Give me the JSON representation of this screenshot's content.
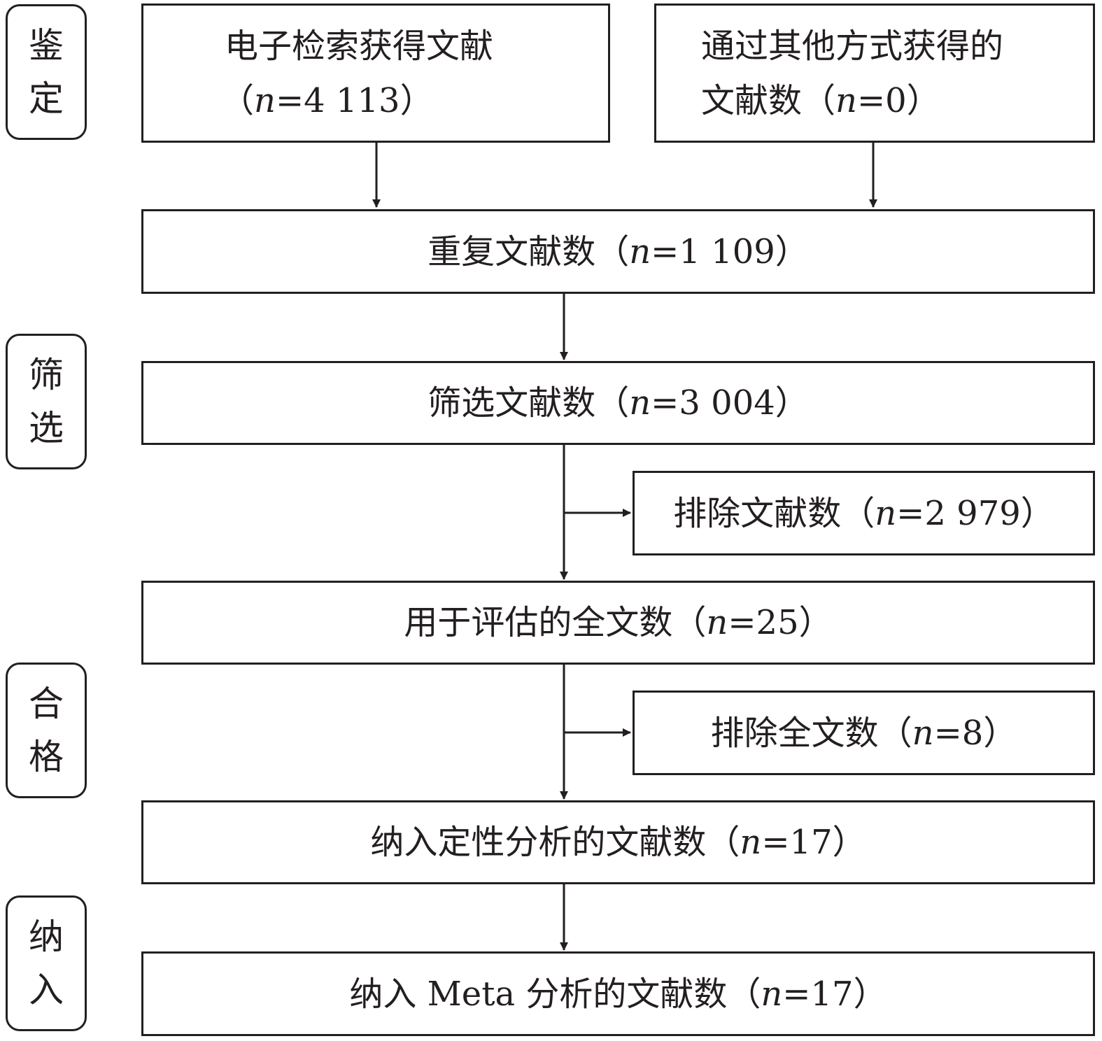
{
  "stages": [
    {
      "chars": [
        "鉴",
        "定"
      ]
    },
    {
      "chars": [
        "筛",
        "选"
      ]
    },
    {
      "chars": [
        "合",
        "格"
      ]
    },
    {
      "chars": [
        "纳",
        "入"
      ]
    }
  ],
  "boxes": {
    "electronic": {
      "line1": "电子检索获得文献",
      "prefix": "（",
      "n": "n",
      "eq": "=4 113",
      "suffix": "）"
    },
    "other": {
      "line1": "通过其他方式获得的",
      "prefix": "文献数（",
      "n": "n",
      "eq": "=0",
      "suffix": "）"
    },
    "duplicates": {
      "prefix": "重复文献数（",
      "n": "n",
      "eq": "=1 109",
      "suffix": "）"
    },
    "screened": {
      "prefix": "筛选文献数（",
      "n": "n",
      "eq": "=3 004",
      "suffix": "）"
    },
    "excluded_records": {
      "prefix": "排除文献数（",
      "n": "n",
      "eq": "=2 979",
      "suffix": "）"
    },
    "fulltext": {
      "prefix": "用于评估的全文数（",
      "n": "n",
      "eq": "=25",
      "suffix": "）"
    },
    "excluded_fulltext": {
      "prefix": "排除全文数（",
      "n": "n",
      "eq": "=8",
      "suffix": "）"
    },
    "qualitative": {
      "prefix": "纳入定性分析的文献数（",
      "n": "n",
      "eq": "=17",
      "suffix": "）"
    },
    "meta": {
      "prefix": "纳入 Meta 分析的文献数（",
      "n": "n",
      "eq": "=17",
      "suffix": "）"
    }
  }
}
